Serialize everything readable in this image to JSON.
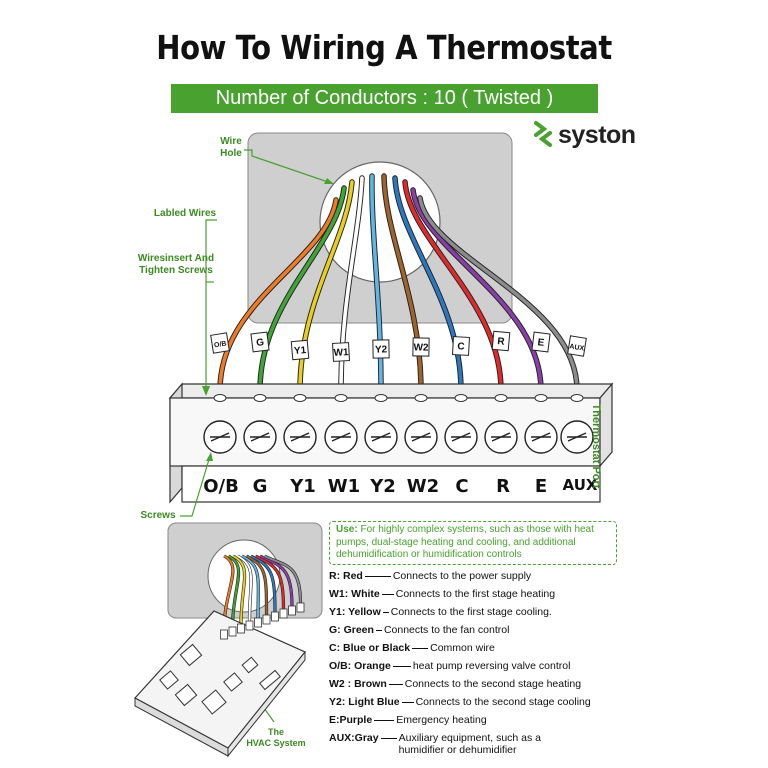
{
  "title": "How To Wiring A Thermostat",
  "banner": "Number of Conductors : 10  ( Twisted )",
  "brand": "syston",
  "callouts": {
    "wire_hole": "Wire\nHole",
    "labled_wires": "Labled Wires",
    "wiresinsert": "Wiresinsert And\nTighten Screws",
    "screws": "Screws",
    "thermostat_port": "Thermostat Port",
    "hvac_system": "The\nHVAC System"
  },
  "wires": [
    {
      "terminal": "O/B",
      "tag": "O/B",
      "color": "#f07a25"
    },
    {
      "terminal": "G",
      "tag": "G",
      "color": "#3fa535"
    },
    {
      "terminal": "Y1",
      "tag": "Y1",
      "color": "#e8cf1f"
    },
    {
      "terminal": "W1",
      "tag": "W1",
      "color": "#ffffff"
    },
    {
      "terminal": "Y2",
      "tag": "Y2",
      "color": "#5fb7e5"
    },
    {
      "terminal": "W2",
      "tag": "W2",
      "color": "#a0632a"
    },
    {
      "terminal": "C",
      "tag": "C",
      "color": "#2b78c2"
    },
    {
      "terminal": "R",
      "tag": "R",
      "color": "#e22929"
    },
    {
      "terminal": "E",
      "tag": "E",
      "color": "#8a3fa8"
    },
    {
      "terminal": "AUX",
      "tag": "AUX",
      "color": "#8c8c8c"
    }
  ],
  "use": {
    "label": "Use:",
    "text": "For highly complex systems, such as those with heat pumps, dual-stage heating and cooling, and additional dehumidification or humidification controls"
  },
  "legend": [
    {
      "key": "R: Red",
      "desc": "Connects to the power supply"
    },
    {
      "key": "W1: White",
      "desc": "Connects to the first stage heating"
    },
    {
      "key": "Y1: Yellow",
      "desc": "Connects to the first stage cooling."
    },
    {
      "key": "G: Green",
      "desc": "Connects to the fan control"
    },
    {
      "key": "C: Blue or Black",
      "desc": "Common wire"
    },
    {
      "key": "O/B: Orange",
      "desc": "heat pump reversing valve control"
    },
    {
      "key": "W2 : Brown",
      "desc": "Connects to the second stage heating"
    },
    {
      "key": "Y2: Light Blue",
      "desc": "Connects to the second stage cooling"
    },
    {
      "key": "E:Purple",
      "desc": "Emergency heating"
    },
    {
      "key": "AUX:Gray",
      "desc": "Auxiliary equipment, such as a humidifier or dehumidifier"
    }
  ]
}
